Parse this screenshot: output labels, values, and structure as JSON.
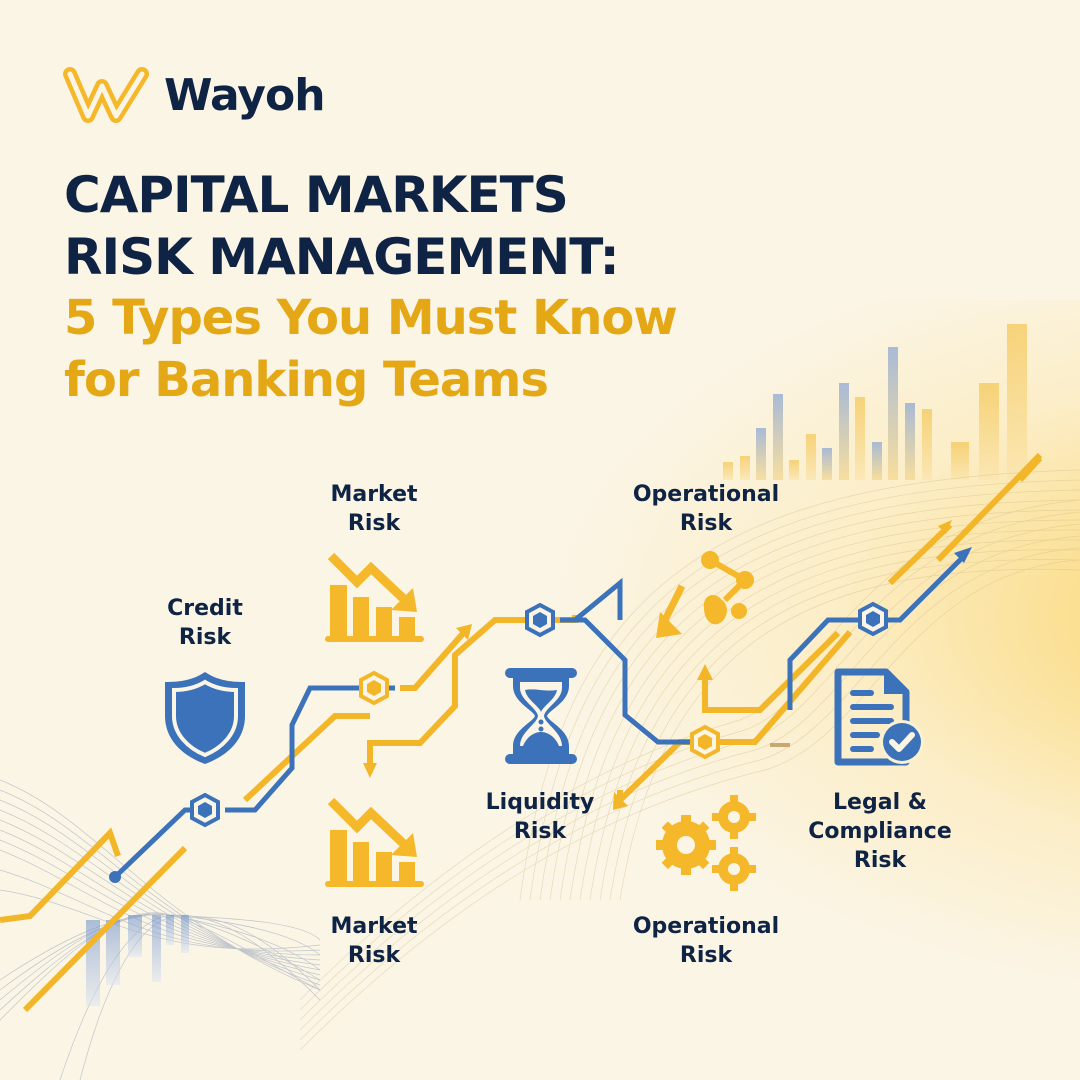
{
  "brand": {
    "name": "Wayoh",
    "logo_icon": "wayoh-w-logo-icon"
  },
  "title": {
    "line1": "CAPITAL MARKETS",
    "line2": "RISK MANAGEMENT:",
    "subtitle_line1": "5 Types You Must Know",
    "subtitle_line2": "for Banking Teams"
  },
  "risk_items": [
    {
      "line1": "Credit",
      "line2": "Risk",
      "icon": "shield-icon"
    },
    {
      "line1": "Market",
      "line2": "Risk",
      "icon": "declining-bar-chart-icon"
    },
    {
      "line1": "Market",
      "line2": "Risk",
      "icon": "declining-bar-chart-icon"
    },
    {
      "line1": "Liquidity",
      "line2": "Risk",
      "icon": "hourglass-icon"
    },
    {
      "line1": "Operational",
      "line2": "Risk",
      "icon": "broken-network-icon"
    },
    {
      "line1": "Operational",
      "line2": "Risk",
      "icon": "gears-icon"
    },
    {
      "line1": "Legal &",
      "line2": "Compliance",
      "line3": "Risk",
      "icon": "document-check-icon"
    }
  ],
  "colors": {
    "navy": "#0f2344",
    "gold": "#f5b82a",
    "gold_text": "#e4a716",
    "blue": "#3b72b9",
    "background": "#fbf5e6"
  }
}
